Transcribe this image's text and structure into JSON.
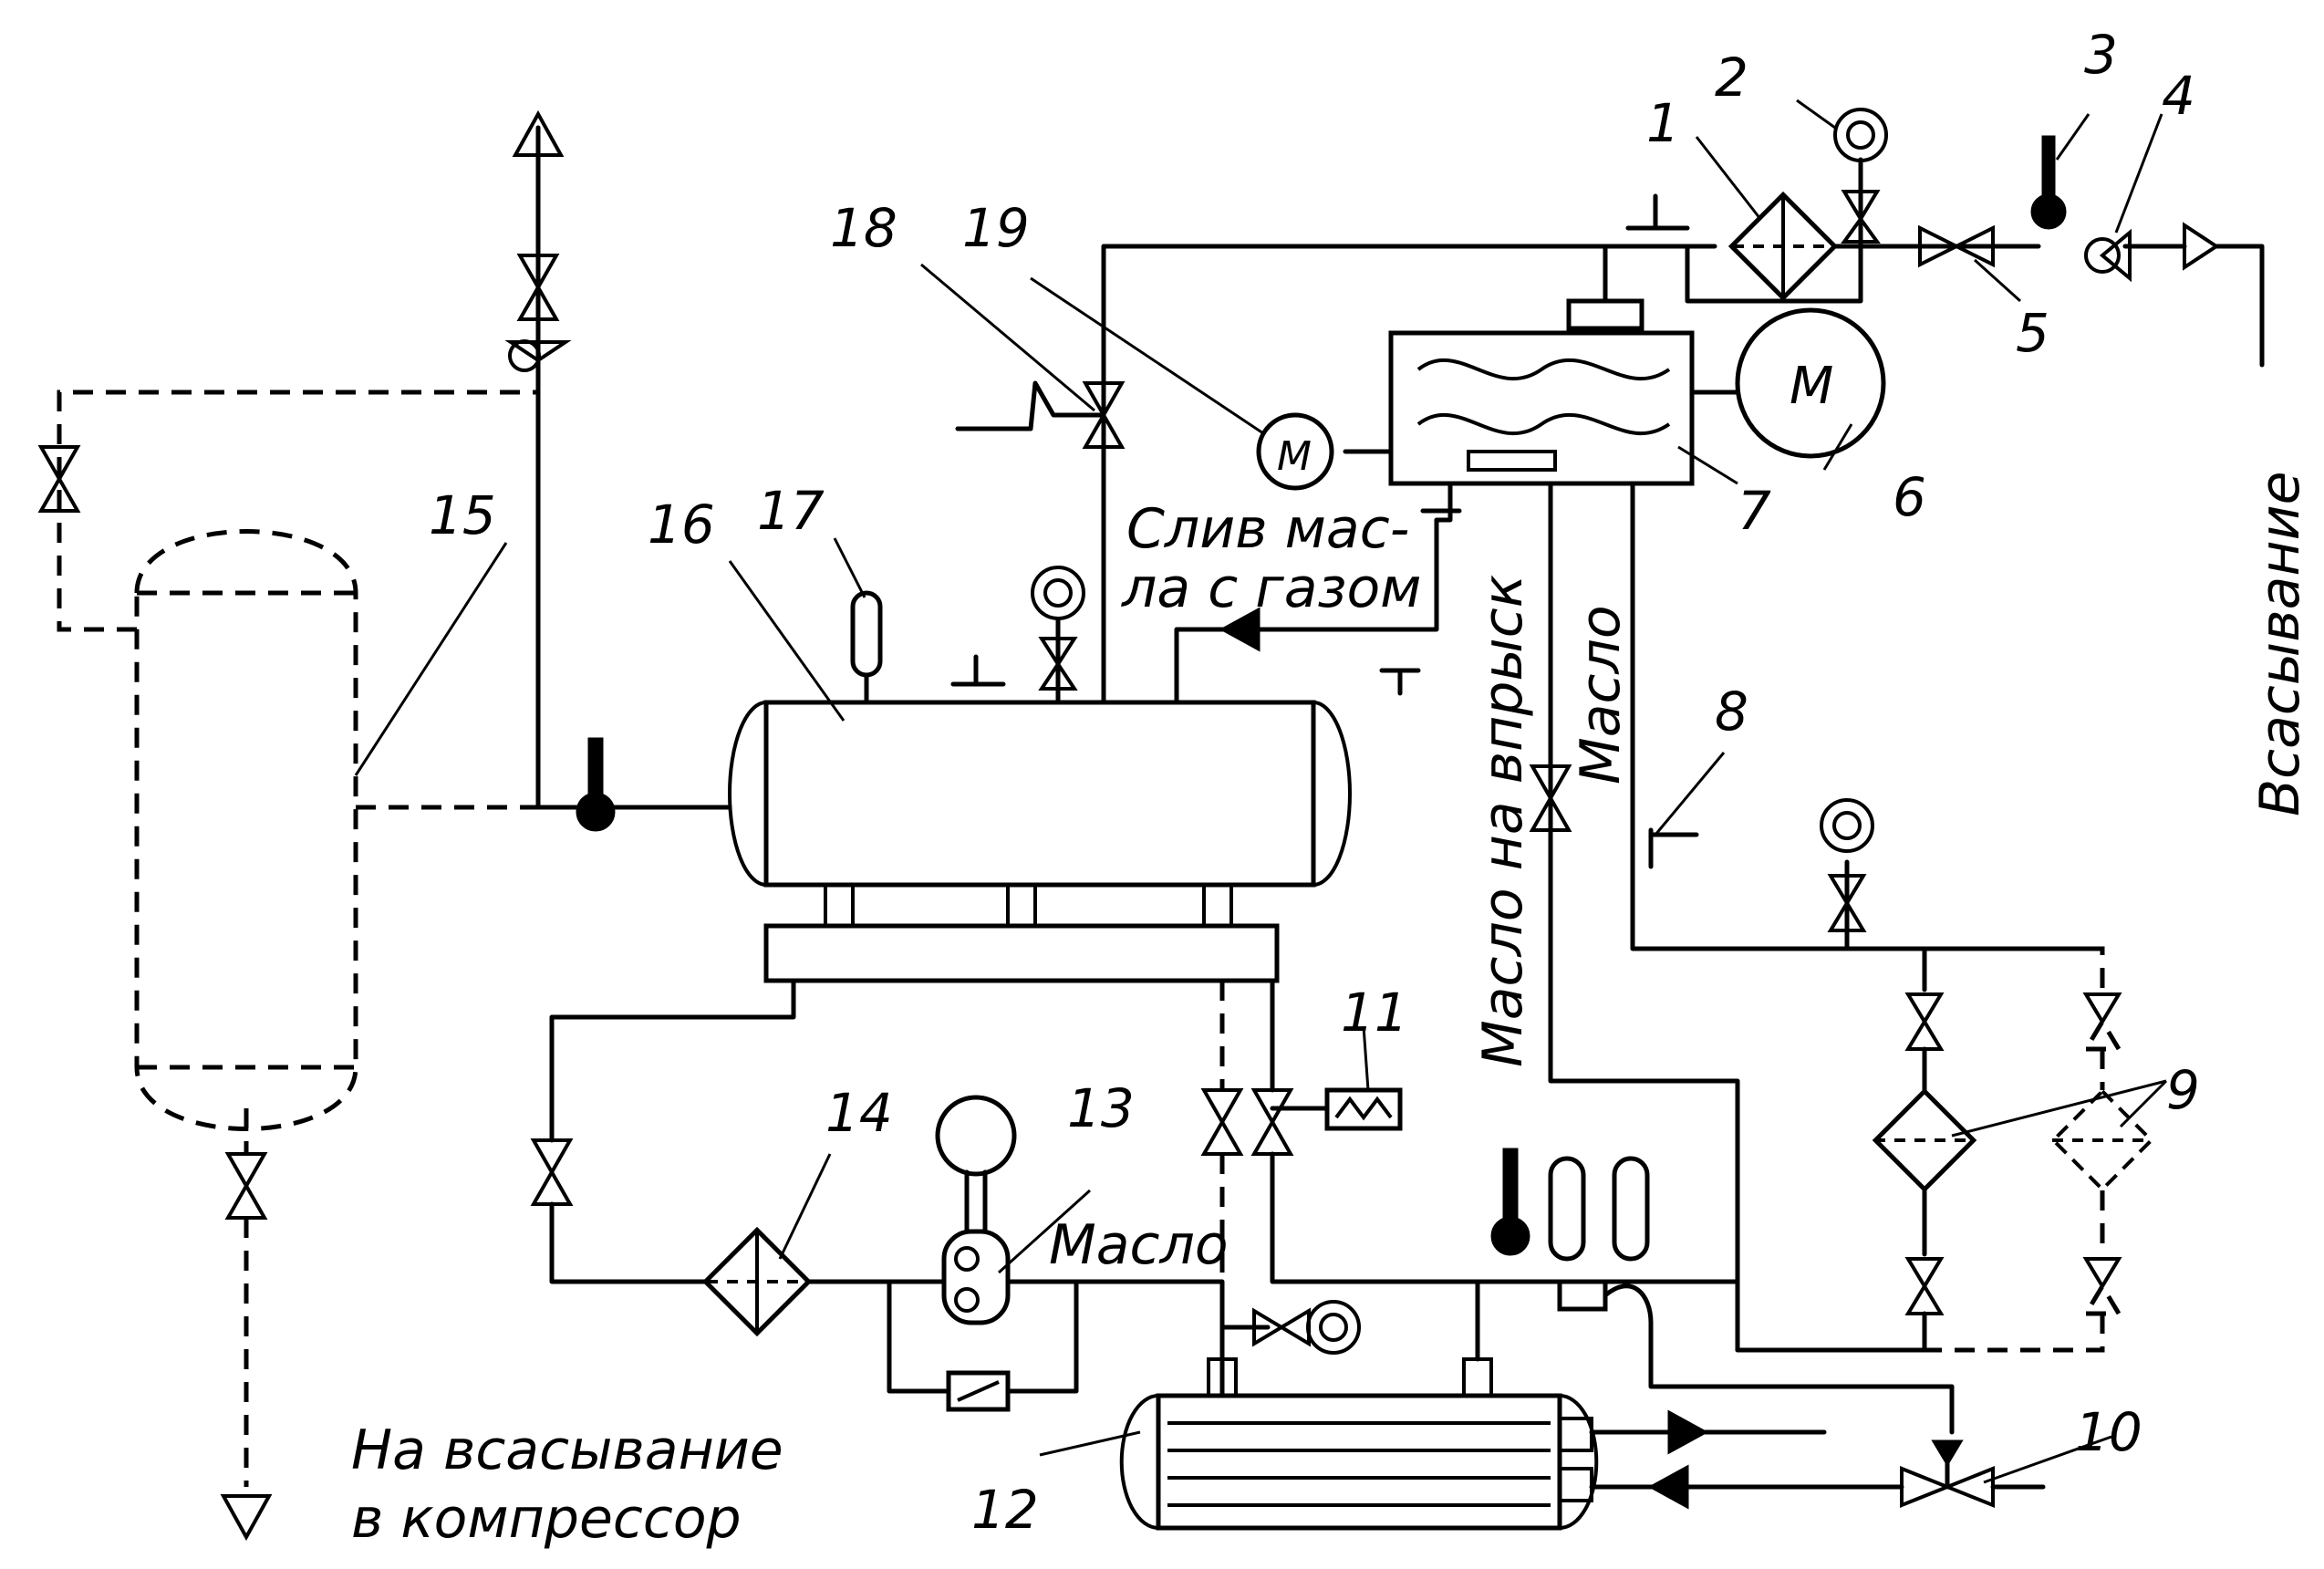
{
  "numbers": {
    "n1": "1",
    "n2": "2",
    "n3": "3",
    "n4": "4",
    "n5": "5",
    "n6": "6",
    "n7": "7",
    "n8": "8",
    "n9": "9",
    "n10": "10",
    "n11": "11",
    "n12": "12",
    "n13": "13",
    "n14": "14",
    "n15": "15",
    "n16": "16",
    "n17": "17",
    "n18": "18",
    "n19": "19"
  },
  "labels": {
    "suction": "Всасывание",
    "oil_drain_line1": "Слив мас-",
    "oil_drain_line2": "ла с газом",
    "oil_injection": "Масло на впрыск",
    "oil_vertical": "Масло",
    "oil_horizontal": "Масло",
    "compressor_suction_line1": "На всасывание",
    "compressor_suction_line2": "в компрессор",
    "motor_small": "M",
    "motor_large": "M"
  }
}
